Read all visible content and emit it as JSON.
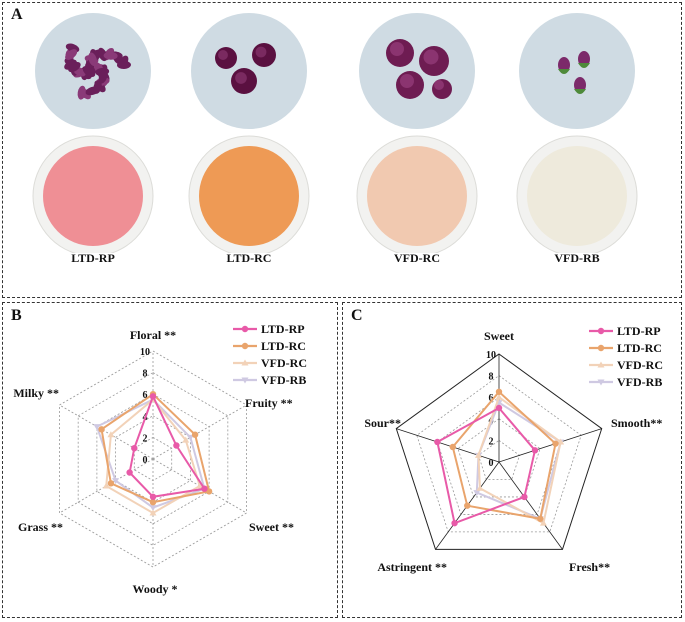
{
  "panel_a": {
    "letter": "A",
    "samples": [
      {
        "label": "LTD-RP",
        "flower_color": "#6a1f5a",
        "tea_color": "#ef8f95"
      },
      {
        "label": "LTD-RC",
        "flower_color": "#5a1040",
        "tea_color": "#ee9a55"
      },
      {
        "label": "VFD-RC",
        "flower_color": "#6e1c52",
        "tea_color": "#f1c9b0"
      },
      {
        "label": "VFD-RB",
        "flower_color": "#7c2a6a",
        "tea_color": "#eeeadc"
      }
    ]
  },
  "colors": {
    "LTD-RP": "#e85aa8",
    "LTD-RC": "#e9a46c",
    "VFD-RC": "#f2d2b8",
    "VFD-RB": "#cfc9e2"
  },
  "chart_data": [
    {
      "panel_letter": "B",
      "type": "radar",
      "axes": [
        "Floral",
        "Fruity",
        "Sweet",
        "Woody",
        "Grass",
        "Milky"
      ],
      "axis_labels": [
        "Floral **",
        "Fruity **",
        "Sweet **",
        "Woody *",
        "Grass **",
        "Milky **"
      ],
      "ticks": [
        "0",
        "2",
        "4",
        "6",
        "8",
        "10"
      ],
      "rlim": [
        0,
        10
      ],
      "series": [
        {
          "name": "LTD-RP",
          "values": [
            5.8,
            2.5,
            5.5,
            3.5,
            2.5,
            2.0
          ]
        },
        {
          "name": "LTD-RC",
          "values": [
            6.0,
            4.5,
            6.0,
            4.0,
            4.5,
            5.5
          ]
        },
        {
          "name": "VFD-RC",
          "values": [
            5.5,
            3.5,
            5.0,
            5.0,
            5.0,
            4.5
          ]
        },
        {
          "name": "VFD-RB",
          "values": [
            5.5,
            4.0,
            5.5,
            4.5,
            4.0,
            6.0
          ]
        }
      ]
    },
    {
      "panel_letter": "C",
      "type": "radar",
      "axes": [
        "Sweet",
        "Smooth",
        "Fresh",
        "Astringent",
        "Sour"
      ],
      "axis_labels": [
        "Sweet",
        "Smooth**",
        "Fresh**",
        "Astringent **",
        "Sour**"
      ],
      "ticks": [
        "0",
        "2",
        "4",
        "6",
        "8",
        "10"
      ],
      "rlim": [
        0,
        10
      ],
      "series": [
        {
          "name": "LTD-RP",
          "values": [
            5.0,
            3.5,
            4.0,
            7.0,
            6.0
          ]
        },
        {
          "name": "LTD-RC",
          "values": [
            6.5,
            5.5,
            6.5,
            5.0,
            4.5
          ]
        },
        {
          "name": "VFD-RC",
          "values": [
            6.0,
            6.0,
            7.0,
            3.0,
            2.0
          ]
        },
        {
          "name": "VFD-RB",
          "values": [
            5.5,
            6.0,
            6.5,
            3.5,
            2.0
          ]
        }
      ]
    }
  ]
}
